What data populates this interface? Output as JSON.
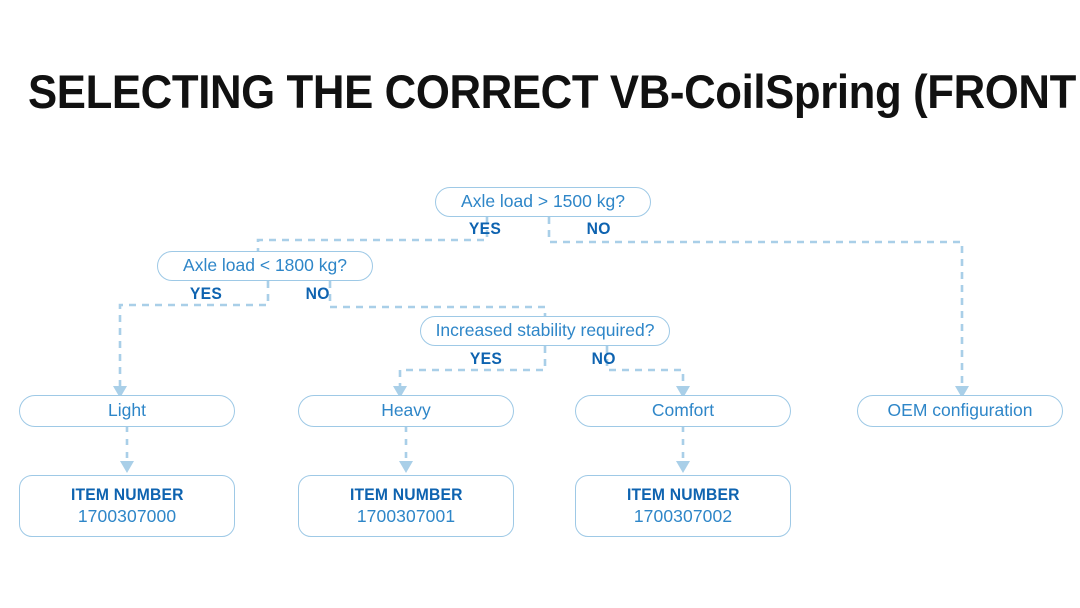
{
  "page": {
    "title": "SELECTING THE CORRECT VB-CoilSpring (FRONT AXLE)",
    "background": "#ffffff"
  },
  "colors": {
    "node_border": "#9ec9e6",
    "node_text": "#2e86c8",
    "label_text": "#0e63b0",
    "connector": "#a9cfe8",
    "title_text": "#111111"
  },
  "flow": {
    "decisions": [
      {
        "id": "axle-load-gt-1500",
        "text": "Axle load > 1500 kg?",
        "yes_label": "YES",
        "no_label": "NO"
      },
      {
        "id": "axle-load-lt-1800",
        "text": "Axle load < 1800 kg?",
        "yes_label": "YES",
        "no_label": "NO"
      },
      {
        "id": "increased-stability",
        "text": "Increased stability required?",
        "yes_label": "YES",
        "no_label": "NO"
      }
    ],
    "results": [
      {
        "id": "light",
        "text": "Light"
      },
      {
        "id": "heavy",
        "text": "Heavy"
      },
      {
        "id": "comfort",
        "text": "Comfort"
      },
      {
        "id": "oem",
        "text": "OEM configuration"
      }
    ],
    "items": [
      {
        "id": "item-light",
        "title": "ITEM NUMBER",
        "number": "1700307000"
      },
      {
        "id": "item-heavy",
        "title": "ITEM NUMBER",
        "number": "1700307001"
      },
      {
        "id": "item-comfort",
        "title": "ITEM NUMBER",
        "number": "1700307002"
      }
    ]
  }
}
